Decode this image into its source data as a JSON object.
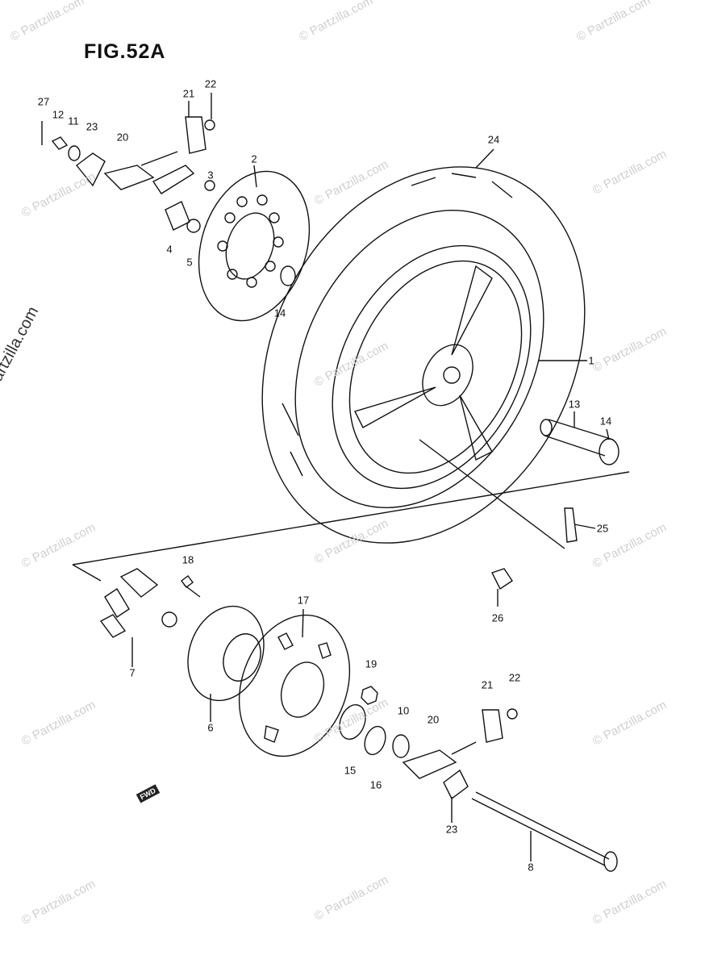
{
  "figure": {
    "title": "FIG.52A"
  },
  "watermark": {
    "text": "© Partzilla.com"
  },
  "callouts": [
    "27",
    "12",
    "11",
    "23",
    "20",
    "21",
    "22",
    "3",
    "2",
    "4",
    "5",
    "14",
    "24",
    "1",
    "13",
    "14",
    "25",
    "18",
    "17",
    "7",
    "6",
    "19",
    "15",
    "16",
    "10",
    "20",
    "21",
    "22",
    "23",
    "8",
    "26"
  ],
  "fwd_label": "FWD"
}
